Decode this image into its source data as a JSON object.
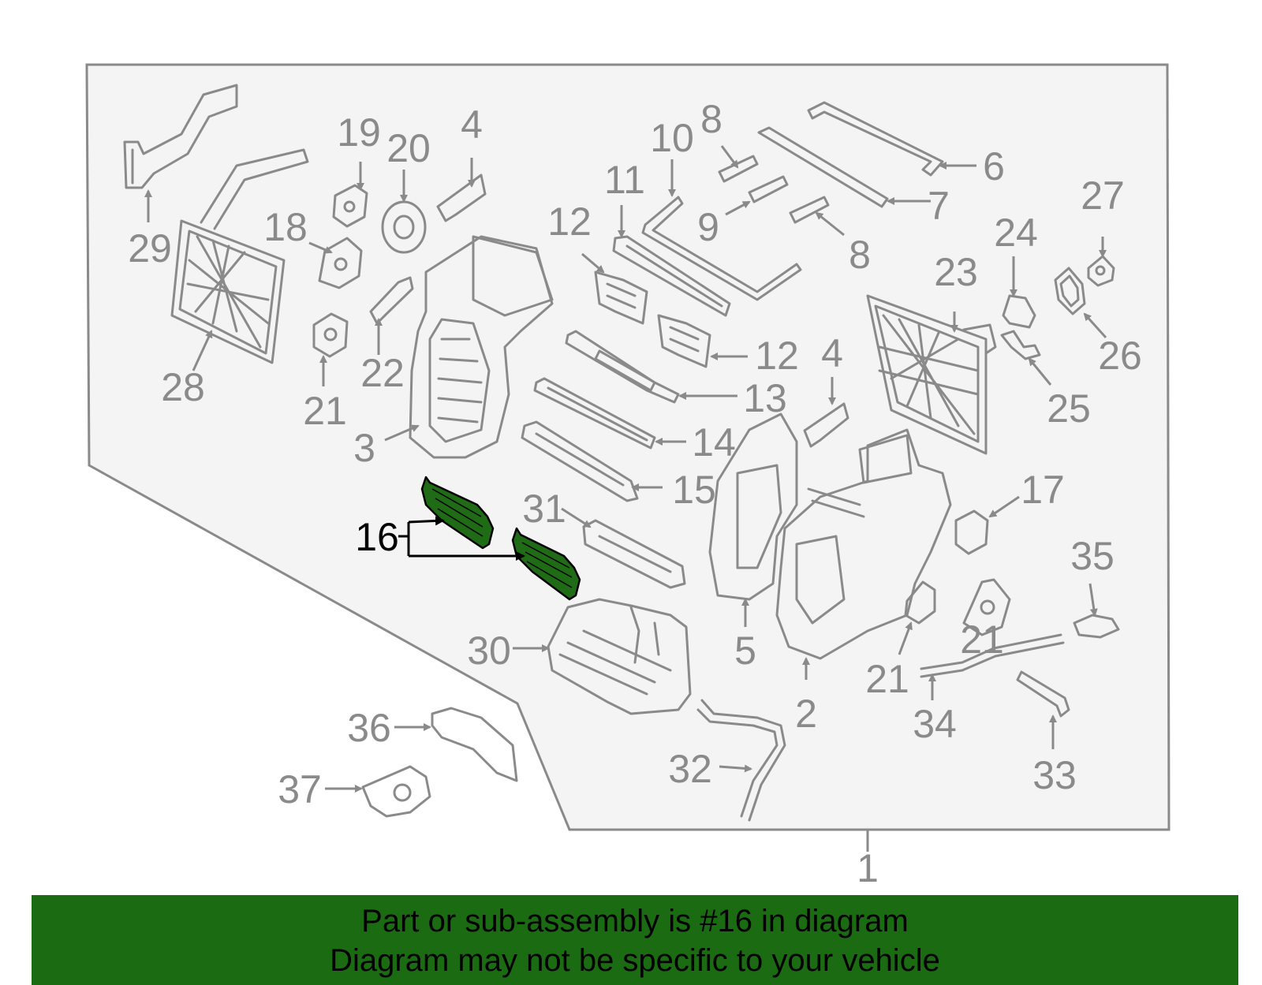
{
  "colors": {
    "banner_bg": "#1a6b12",
    "highlight_fill": "#1f6b16",
    "outline": "#8a8a8a",
    "panel_bg": "#f4f4f4"
  },
  "highlight": {
    "callout": "16"
  },
  "callouts": [
    "1",
    "2",
    "3",
    "4",
    "4",
    "5",
    "6",
    "7",
    "8",
    "8",
    "9",
    "10",
    "11",
    "12",
    "12",
    "13",
    "14",
    "15",
    "17",
    "18",
    "19",
    "20",
    "21",
    "21",
    "21",
    "22",
    "23",
    "24",
    "25",
    "26",
    "27",
    "28",
    "29",
    "30",
    "31",
    "32",
    "33",
    "34",
    "35",
    "36",
    "37"
  ],
  "banner": {
    "line1": "Part or sub-assembly is #16 in diagram",
    "line2": "Diagram may not be specific to your vehicle"
  }
}
